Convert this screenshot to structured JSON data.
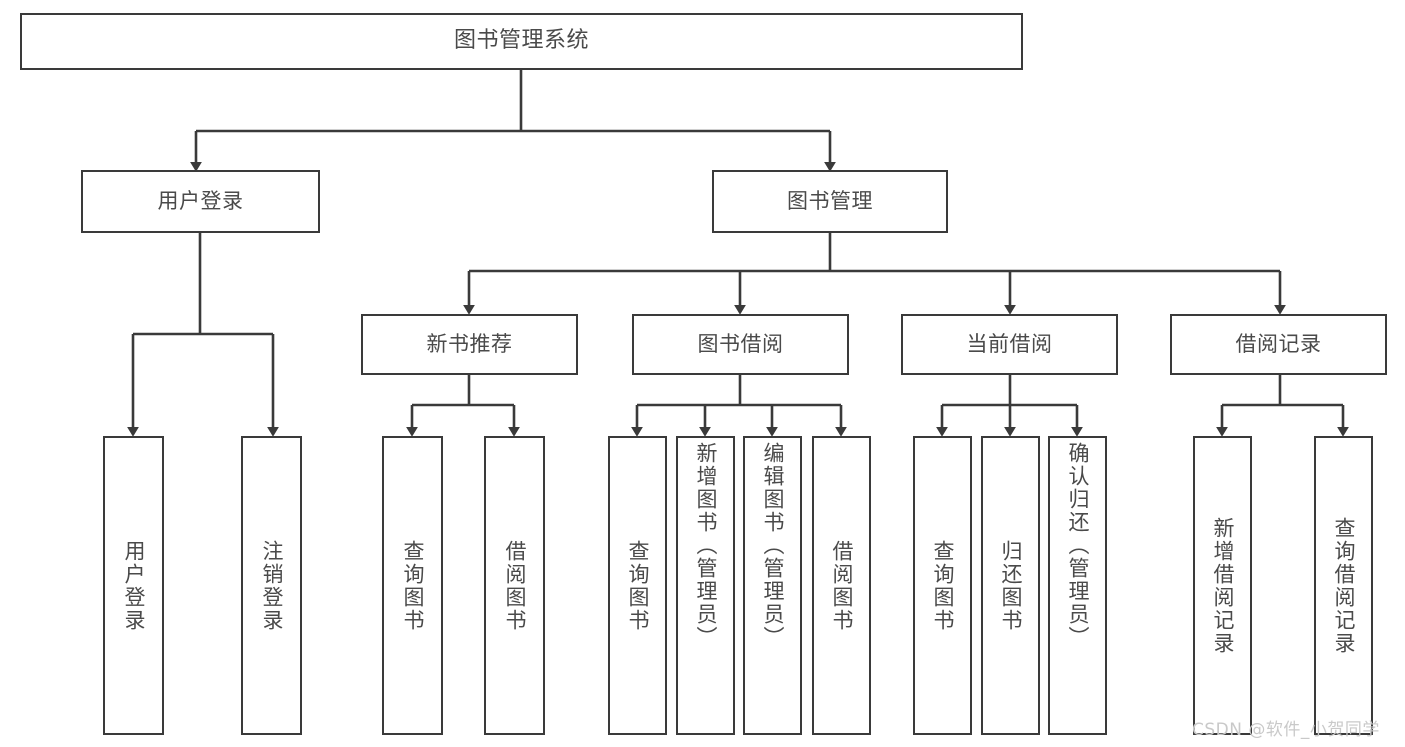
{
  "diagram": {
    "title": "图书管理系统",
    "type": "hierarchy-tree",
    "root": {
      "id": "root",
      "label": "图书管理系统",
      "orientation": "horizontal"
    },
    "level2": [
      {
        "id": "user-login",
        "label": "用户登录",
        "orientation": "horizontal"
      },
      {
        "id": "book-management",
        "label": "图书管理",
        "orientation": "horizontal"
      }
    ],
    "level3": [
      {
        "id": "new-book-recommend",
        "label": "新书推荐",
        "orientation": "horizontal",
        "parent": "book-management"
      },
      {
        "id": "book-borrow",
        "label": "图书借阅",
        "orientation": "horizontal",
        "parent": "book-management"
      },
      {
        "id": "current-borrow",
        "label": "当前借阅",
        "orientation": "horizontal",
        "parent": "book-management"
      },
      {
        "id": "borrow-record",
        "label": "借阅记录",
        "orientation": "horizontal",
        "parent": "book-management"
      }
    ],
    "leaves": [
      {
        "id": "leaf-user-login",
        "label": "用户登录",
        "parent": "user-login"
      },
      {
        "id": "leaf-logout-login",
        "label": "注销登录",
        "parent": "user-login"
      },
      {
        "id": "leaf-query-book-1",
        "label": "查询图书",
        "parent": "new-book-recommend"
      },
      {
        "id": "leaf-borrow-book-1",
        "label": "借阅图书",
        "parent": "new-book-recommend"
      },
      {
        "id": "leaf-query-book-2",
        "label": "查询图书",
        "parent": "book-borrow"
      },
      {
        "id": "leaf-add-book",
        "label": "新增图书（管理员）",
        "parent": "book-borrow"
      },
      {
        "id": "leaf-edit-book",
        "label": "编辑图书（管理员）",
        "parent": "book-borrow"
      },
      {
        "id": "leaf-borrow-book-2",
        "label": "借阅图书",
        "parent": "book-borrow"
      },
      {
        "id": "leaf-query-book-3",
        "label": "查询图书",
        "parent": "current-borrow"
      },
      {
        "id": "leaf-return-book",
        "label": "归还图书",
        "parent": "current-borrow"
      },
      {
        "id": "leaf-confirm-return",
        "label": "确认归还（管理员）",
        "parent": "current-borrow"
      },
      {
        "id": "leaf-add-record",
        "label": "新增借阅记录",
        "parent": "borrow-record"
      },
      {
        "id": "leaf-query-record",
        "label": "查询借阅记录",
        "parent": "borrow-record"
      }
    ]
  },
  "watermark": {
    "text": "CSDN @软件_小贺同学"
  },
  "colors": {
    "border": "#3a3a3a",
    "text": "#4a4a4a",
    "background": "#ffffff",
    "watermark": "#c9c9c9"
  }
}
